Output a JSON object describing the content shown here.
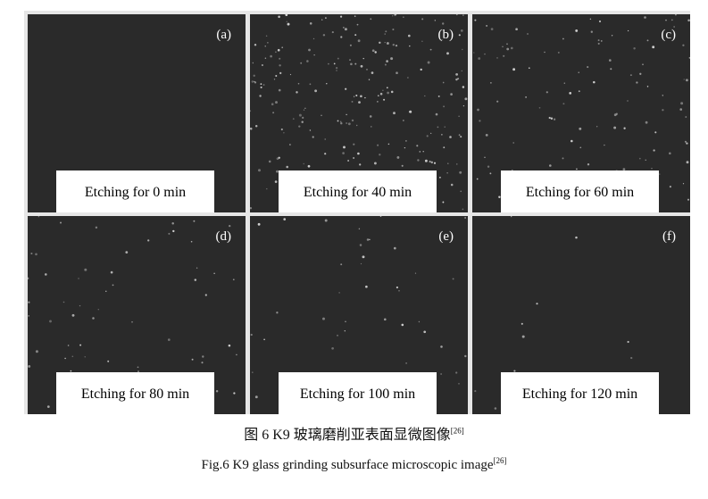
{
  "panels": [
    {
      "label": "(a)",
      "caption": "Etching for 0 min",
      "speck_density": 0.0
    },
    {
      "label": "(b)",
      "caption": "Etching for 40 min",
      "speck_density": 1.0
    },
    {
      "label": "(c)",
      "caption": "Etching for 60 min",
      "speck_density": 0.45
    },
    {
      "label": "(d)",
      "caption": "Etching for 80 min",
      "speck_density": 0.25
    },
    {
      "label": "(e)",
      "caption": "Etching for 100 min",
      "speck_density": 0.18
    },
    {
      "label": "(f)",
      "caption": "Etching for 120 min",
      "speck_density": 0.05
    }
  ],
  "figure": {
    "title_zh": "图 6  K9 玻璃磨削亚表面显微图像",
    "title_en": "Fig.6  K9 glass grinding subsurface microscopic image",
    "ref": "[26]"
  },
  "colors": {
    "panel_background": "#2a2a2a",
    "speck": "#d9d9d9",
    "caption_box": "#ffffff",
    "panel_border": "#e6e6e6"
  }
}
